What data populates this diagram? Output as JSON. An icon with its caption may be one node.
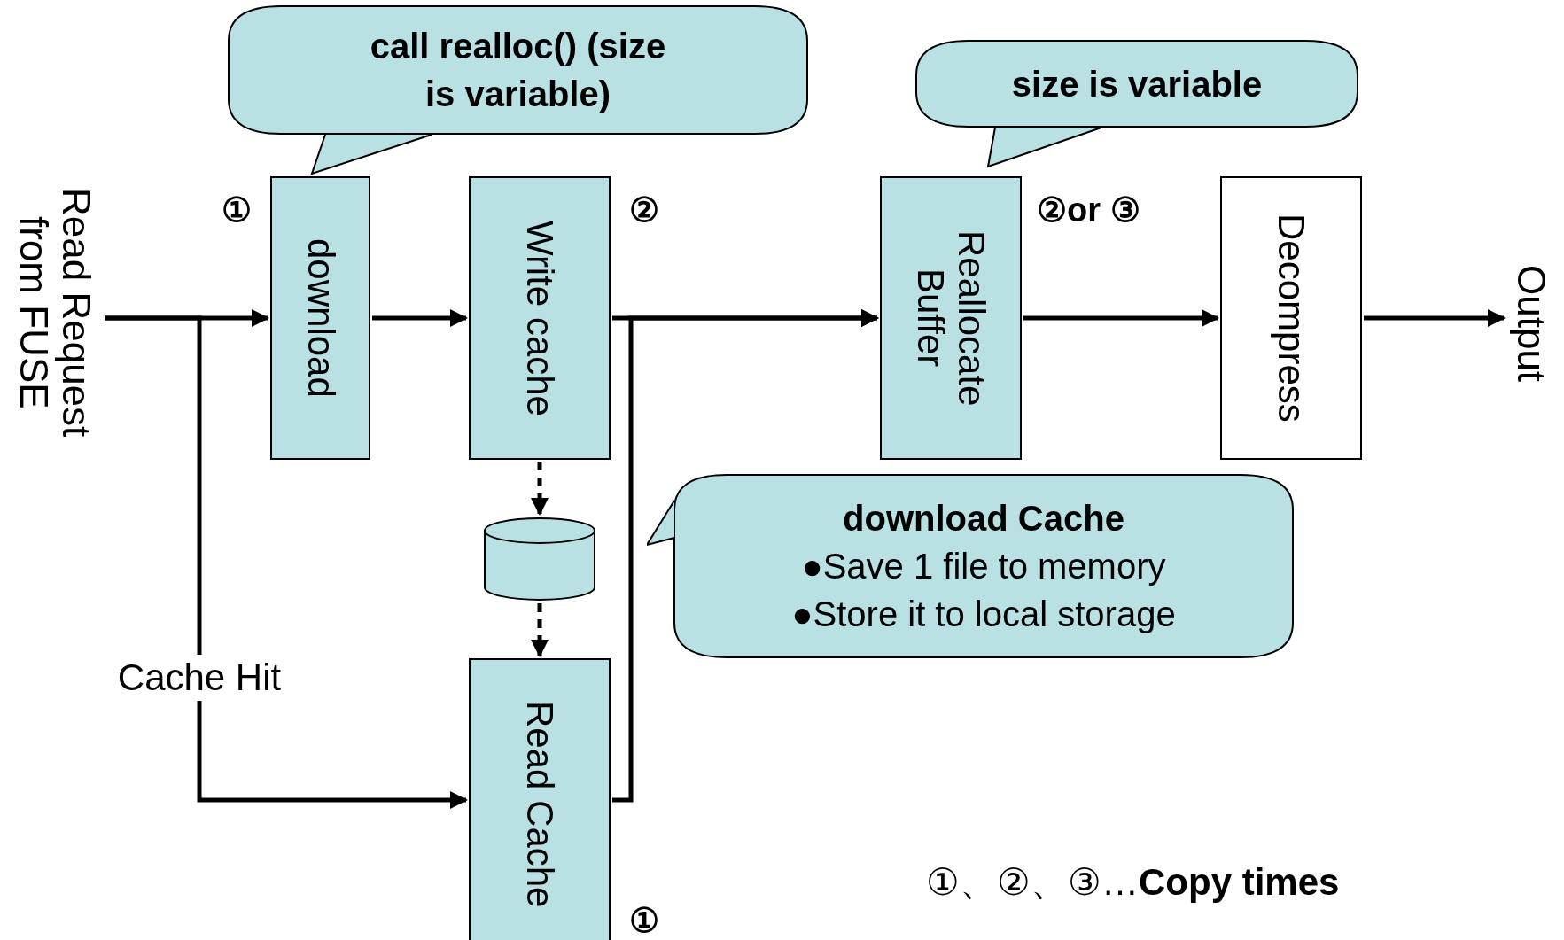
{
  "diagram": {
    "nodes": [
      {
        "text": [
          "Read Request from FUSE"
        ]
      },
      {
        "text": [
          "download"
        ],
        "beside": [
          "①"
        ]
      },
      {
        "text": [
          "Write cache"
        ],
        "beside": [
          "②"
        ]
      },
      {
        "text": [
          "Reallocate Buffer"
        ],
        "beside": [
          "②or ③"
        ]
      },
      {
        "text": [
          "Decompress"
        ]
      },
      {
        "text": [
          "Output"
        ]
      },
      {
        "text": [],
        "shape": "cylinder"
      },
      {
        "text": [
          "Read Cache"
        ],
        "beside": [
          "①"
        ]
      },
      {
        "text": [
          "call realloc() (size is variable)"
        ]
      },
      {
        "text": [
          "size is variable"
        ]
      },
      {
        "text": [
          "download Cache",
          "●Save 1 file to memory ●Store it to local storage"
        ]
      }
    ],
    "edges": [
      {
        "from": 0,
        "to": 1,
        "arrow": "to"
      },
      {
        "from": 0,
        "to": 7,
        "arrow": "to",
        "label": "Cache Hit"
      },
      {
        "from": 1,
        "to": 2,
        "arrow": "to"
      },
      {
        "from": 2,
        "to": 3,
        "arrow": "to"
      },
      {
        "from": 7,
        "to": 3,
        "arrow": "to"
      },
      {
        "from": 3,
        "to": 4,
        "arrow": "to"
      },
      {
        "from": 4,
        "to": 5,
        "arrow": "to"
      },
      {
        "from": 2,
        "to": 6,
        "arrow": "to",
        "style": "dashed"
      },
      {
        "from": 6,
        "to": 7,
        "arrow": "to",
        "style": "dashed"
      }
    ],
    "labels": [
      "①、②、③…**Copy times**"
    ]
  }
}
